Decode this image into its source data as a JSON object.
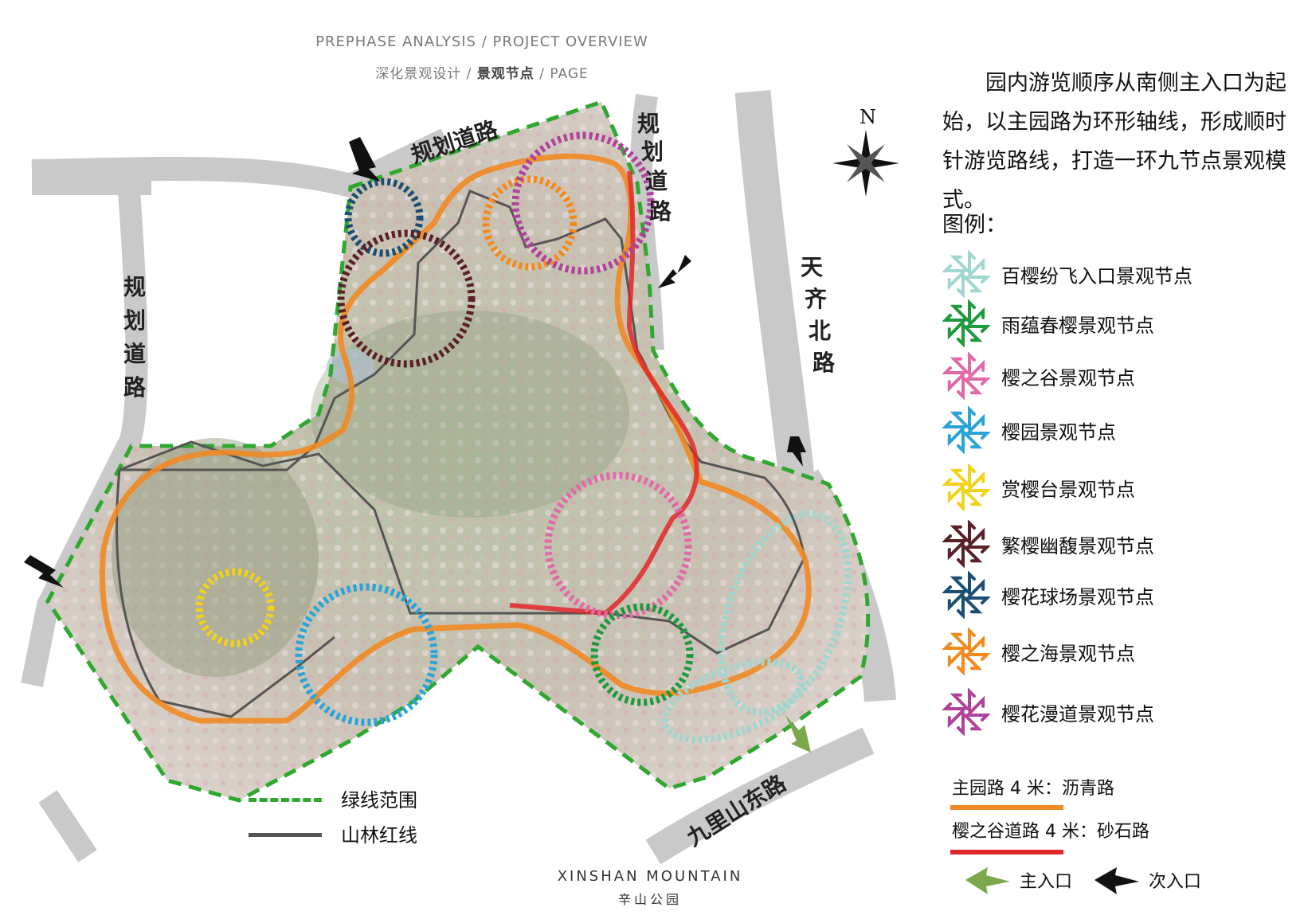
{
  "header": {
    "line1": "PREPHASE  ANALYSIS / PROJECT  OVERVIEW",
    "line2_a": "深化景观设计  / ",
    "line2_b": "景观节点",
    "line2_c": "  /  PAGE"
  },
  "roads": {
    "north": "规划道路",
    "northeast": "规划道路",
    "west": "规划道路",
    "east": "天齐北路",
    "south": "九里山东路"
  },
  "compass_label": "N",
  "description": "园内游览顺序从南侧主入口为起始，以主园路为环形轴线，形成顺时针游览路线，打造一环九节点景观模式。",
  "legend": {
    "title": "图例：",
    "nodes": [
      {
        "label": "百樱纷飞入口景观节点",
        "color": "#9fd6cf"
      },
      {
        "label": "雨蕴春樱景观节点",
        "color": "#1c9a3c"
      },
      {
        "label": "樱之谷景观节点",
        "color": "#e06aa8"
      },
      {
        "label": "樱园景观节点",
        "color": "#2aa3d8"
      },
      {
        "label": "赏樱台景观节点",
        "color": "#f2d21a"
      },
      {
        "label": "繁樱幽馥景观节点",
        "color": "#5a2026"
      },
      {
        "label": "樱花球场景观节点",
        "color": "#1a4f73"
      },
      {
        "label": "樱之海景观节点",
        "color": "#f28a1e"
      },
      {
        "label": "樱花漫道景观节点",
        "color": "#b0429a"
      }
    ],
    "roads": [
      {
        "label": "主园路 4 米：沥青路",
        "color": "#f08a24"
      },
      {
        "label": "樱之谷道路 4 米：砂石路",
        "color": "#e0282a"
      }
    ],
    "entrances": {
      "main": "主入口",
      "secondary": "次入口",
      "main_color": "#7aa84a",
      "secondary_color": "#111111"
    },
    "map_lines": {
      "green_line": "绿线范围",
      "forest_line": "山林红线",
      "green_color": "#2ea82e",
      "forest_color": "#555555"
    }
  },
  "footer": {
    "title": "XINSHAN MOUNTAIN",
    "subtitle": "辛山公园"
  }
}
